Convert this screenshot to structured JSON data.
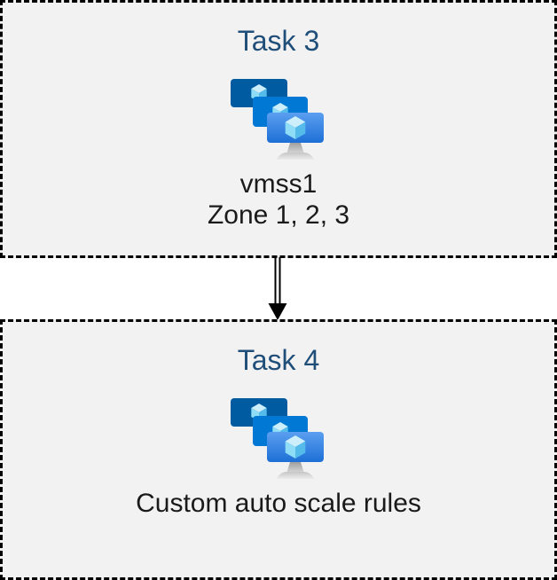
{
  "diagram": {
    "nodes": [
      {
        "id": "task3",
        "title": "Task 3",
        "icon": "azure-vm-scale-sets",
        "lines": [
          "vmss1",
          "Zone 1, 2, 3"
        ]
      },
      {
        "id": "task4",
        "title": "Task 4",
        "icon": "azure-vm-scale-sets",
        "lines": [
          "Custom auto scale rules"
        ]
      }
    ],
    "connector": {
      "from": "task3",
      "to": "task4",
      "style": "double-line",
      "arrowhead": "solid-triangle",
      "direction": "down"
    },
    "colors": {
      "box_fill": "#f2f2f2",
      "box_border": "#000000",
      "title_text": "#1f4e79",
      "body_text": "#1a1a1a",
      "monitor_back": "#005ba1",
      "monitor_middle": "#0078d4",
      "monitor_front_top": "#5b9ff0",
      "monitor_front_bottom": "#1d6fd6",
      "cube_top": "#cdeffb",
      "cube_left": "#8edcf6",
      "cube_right": "#55bbea"
    }
  }
}
